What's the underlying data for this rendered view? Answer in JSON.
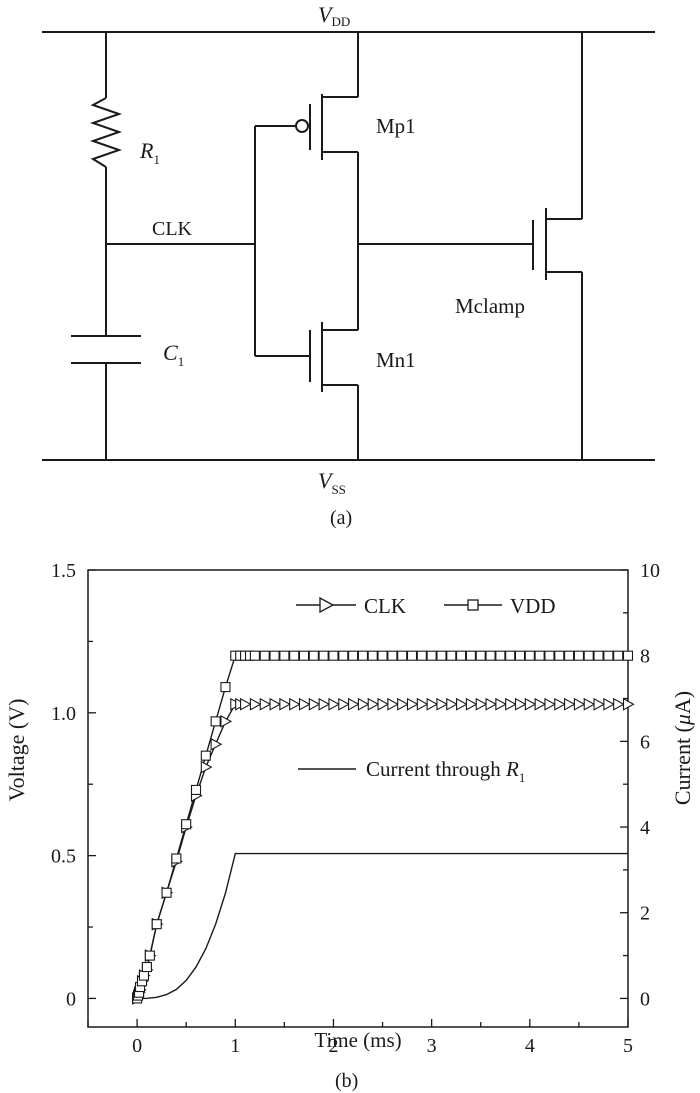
{
  "circuit": {
    "labels": {
      "vdd": {
        "main": "V",
        "sub": "DD"
      },
      "vss": {
        "main": "V",
        "sub": "SS"
      },
      "r1": {
        "main": "R",
        "sub": "1"
      },
      "c1": {
        "main": "C",
        "sub": "1"
      },
      "clk": "CLK",
      "mp1": "Mp1",
      "mn1": "Mn1",
      "mclamp": "Mclamp"
    },
    "caption": "(a)"
  },
  "chart_data": {
    "type": "line",
    "caption": "(b)",
    "xlabel": "Time (ms)",
    "ylabel_left": "Voltage (V)",
    "ylabel_right": {
      "main": "Current (",
      "mu": "μ",
      "rest": "A)"
    },
    "xlim": [
      -0.5,
      5
    ],
    "ylim_left": [
      -0.1,
      1.5
    ],
    "ylim_right": [
      -0.667,
      10
    ],
    "x_ticks": [
      "0",
      "1",
      "2",
      "3",
      "4",
      "5"
    ],
    "y_left_ticks": [
      "0",
      "0.5",
      "1.0",
      "1.5"
    ],
    "y_right_ticks": [
      "0",
      "2",
      "4",
      "6",
      "8",
      "10"
    ],
    "series": [
      {
        "name": "CLK",
        "marker": "triangle-right",
        "axis": "left",
        "x": [
          0,
          0.01,
          0.02,
          0.03,
          0.05,
          0.07,
          0.1,
          0.13,
          0.2,
          0.3,
          0.4,
          0.5,
          0.6,
          0.7,
          0.8,
          0.9,
          1.0,
          1.05,
          1.1,
          1.2,
          1.3,
          1.4,
          1.5,
          1.6,
          1.7,
          1.8,
          1.9,
          2.0,
          2.1,
          2.2,
          2.3,
          2.4,
          2.5,
          2.6,
          2.7,
          2.8,
          2.9,
          3.0,
          3.1,
          3.2,
          3.3,
          3.4,
          3.5,
          3.6,
          3.7,
          3.8,
          3.9,
          4.0,
          4.1,
          4.2,
          4.3,
          4.4,
          4.5,
          4.6,
          4.7,
          4.8,
          4.9,
          5.0
        ],
        "y": [
          0,
          0.01,
          0.02,
          0.03,
          0.06,
          0.08,
          0.1,
          0.15,
          0.26,
          0.37,
          0.48,
          0.6,
          0.71,
          0.81,
          0.89,
          0.97,
          1.03,
          1.03,
          1.03,
          1.03,
          1.03,
          1.03,
          1.03,
          1.03,
          1.03,
          1.03,
          1.03,
          1.03,
          1.03,
          1.03,
          1.03,
          1.03,
          1.03,
          1.03,
          1.03,
          1.03,
          1.03,
          1.03,
          1.03,
          1.03,
          1.03,
          1.03,
          1.03,
          1.03,
          1.03,
          1.03,
          1.03,
          1.03,
          1.03,
          1.03,
          1.03,
          1.03,
          1.03,
          1.03,
          1.03,
          1.03,
          1.03,
          1.03
        ]
      },
      {
        "name": "VDD",
        "marker": "square",
        "axis": "left",
        "x": [
          0,
          0.01,
          0.02,
          0.03,
          0.05,
          0.07,
          0.1,
          0.13,
          0.2,
          0.3,
          0.4,
          0.5,
          0.6,
          0.7,
          0.8,
          0.9,
          1.0,
          1.05,
          1.1,
          1.15,
          1.2,
          1.3,
          1.4,
          1.5,
          1.6,
          1.7,
          1.8,
          1.9,
          2.0,
          2.1,
          2.2,
          2.3,
          2.4,
          2.5,
          2.6,
          2.7,
          2.8,
          2.9,
          3.0,
          3.1,
          3.2,
          3.3,
          3.4,
          3.5,
          3.6,
          3.7,
          3.8,
          3.9,
          4.0,
          4.1,
          4.2,
          4.3,
          4.4,
          4.5,
          4.6,
          4.7,
          4.8,
          4.9,
          5.0
        ],
        "y": [
          0,
          0.01,
          0.02,
          0.04,
          0.06,
          0.08,
          0.11,
          0.15,
          0.26,
          0.37,
          0.49,
          0.61,
          0.73,
          0.85,
          0.97,
          1.09,
          1.2,
          1.2,
          1.2,
          1.2,
          1.2,
          1.2,
          1.2,
          1.2,
          1.2,
          1.2,
          1.2,
          1.2,
          1.2,
          1.2,
          1.2,
          1.2,
          1.2,
          1.2,
          1.2,
          1.2,
          1.2,
          1.2,
          1.2,
          1.2,
          1.2,
          1.2,
          1.2,
          1.2,
          1.2,
          1.2,
          1.2,
          1.2,
          1.2,
          1.2,
          1.2,
          1.2,
          1.2,
          1.2,
          1.2,
          1.2,
          1.2,
          1.2,
          1.2
        ]
      },
      {
        "name": "Current through R1",
        "legend": {
          "main": "Current through ",
          "italic": "R",
          "sub": "1"
        },
        "marker": "none",
        "axis": "right",
        "x": [
          0,
          0.1,
          0.2,
          0.3,
          0.4,
          0.5,
          0.6,
          0.7,
          0.8,
          0.9,
          1.0,
          1.5,
          2.0,
          2.5,
          3.0,
          3.5,
          4.0,
          4.5,
          5.0
        ],
        "y": [
          0,
          0.003,
          0.027,
          0.09,
          0.21,
          0.42,
          0.73,
          1.16,
          1.73,
          2.46,
          3.38,
          3.38,
          3.38,
          3.38,
          3.38,
          3.38,
          3.38,
          3.38,
          3.38
        ]
      }
    ],
    "legend_placement": "top-right",
    "grid": false
  }
}
